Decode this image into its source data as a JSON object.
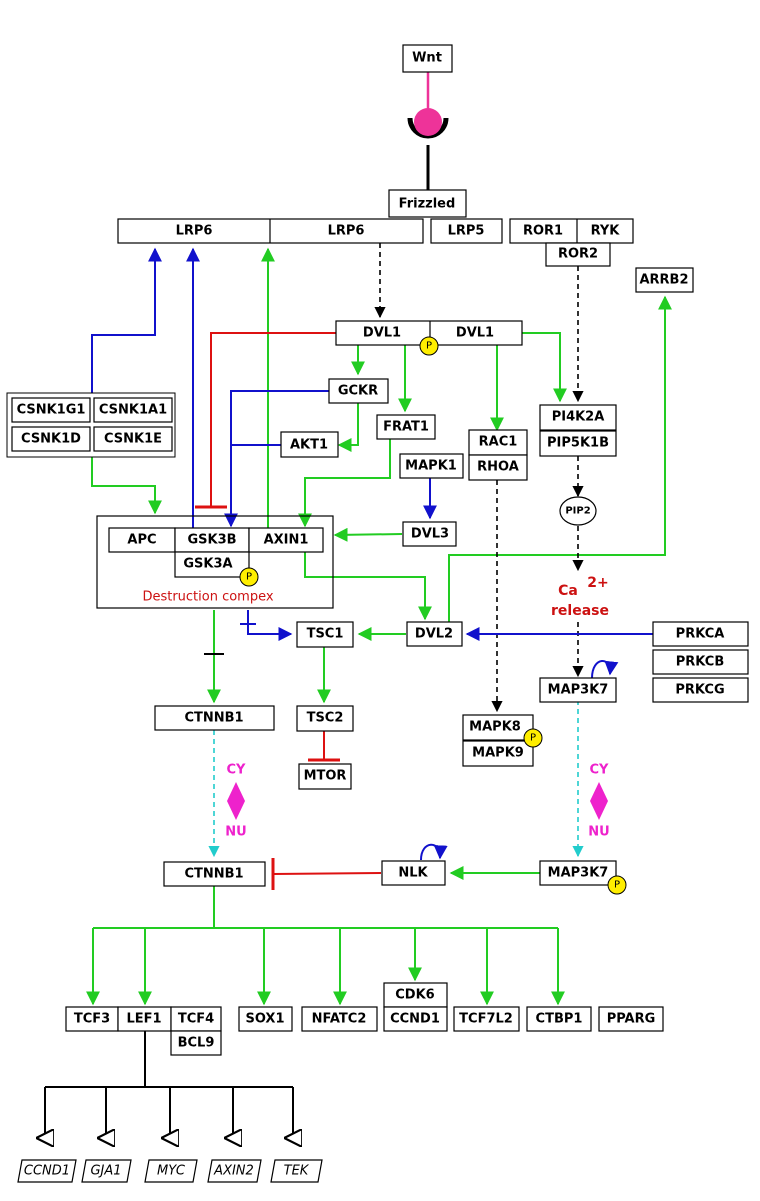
{
  "ligand": "Wnt",
  "receptors": {
    "frizzled": "Frizzled",
    "lrp6_left": "LRP6",
    "lrp6_right": "LRP6",
    "lrp5": "LRP5",
    "ror1": "ROR1",
    "ryk": "RYK",
    "ror2": "ROR2",
    "arrb2": "ARRB2"
  },
  "dvl": {
    "dvl1_left": "DVL1",
    "dvl1_right": "DVL1",
    "dvl2": "DVL2",
    "dvl3": "DVL3"
  },
  "kinases": {
    "csnk1g1": "CSNK1G1",
    "csnk1a1": "CSNK1A1",
    "csnk1d": "CSNK1D",
    "csnk1e": "CSNK1E",
    "gckr": "GCKR",
    "akt1": "AKT1",
    "frat1": "FRAT1",
    "mapk1": "MAPK1",
    "rac1": "RAC1",
    "rhoa": "RHOA",
    "pi4k2a": "PI4K2A",
    "pip5k1b": "PIP5K1B",
    "pip2": "PIP2",
    "prkca": "PRKCA",
    "prkcb": "PRKCB",
    "prkcg": "PRKCG",
    "map3k7_top": "MAP3K7",
    "map3k7_bottom": "MAP3K7",
    "mapk8": "MAPK8",
    "mapk9": "MAPK9",
    "nlk": "NLK"
  },
  "complex": {
    "apc": "APC",
    "gsk3b": "GSK3B",
    "axin1": "AXIN1",
    "gsk3a": "GSK3A",
    "label": "Destruction compex"
  },
  "mtor_branch": {
    "tsc1": "TSC1",
    "tsc2": "TSC2",
    "mtor": "MTOR"
  },
  "calcium": {
    "ca": "Ca",
    "charge": "2+",
    "release": "release"
  },
  "compartments": {
    "cy_left": "CY",
    "nu_left": "NU",
    "cy_right": "CY",
    "nu_right": "NU"
  },
  "ctnnb1": {
    "cytoplasm": "CTNNB1",
    "nucleus": "CTNNB1"
  },
  "phospho": "P",
  "transcription": {
    "tcf3": "TCF3",
    "lef1": "LEF1",
    "tcf4": "TCF4",
    "bcl9": "BCL9",
    "sox1": "SOX1",
    "nfatc2": "NFATC2",
    "cdk6": "CDK6",
    "ccnd1": "CCND1",
    "tcf7l2": "TCF7L2",
    "ctbp1": "CTBP1",
    "pparg": "PPARG"
  },
  "target_genes": [
    "CCND1",
    "GJA1",
    "MYC",
    "AXIN2",
    "TEK"
  ],
  "colors": {
    "activation": "#22cc22",
    "phosphorylation": "#1111cc",
    "inhibition": "#dd1111",
    "translocation": "#22cccc",
    "ligand": "#ee3399",
    "phospho_badge": "#ffee00",
    "compartment": "#ee22cc"
  }
}
